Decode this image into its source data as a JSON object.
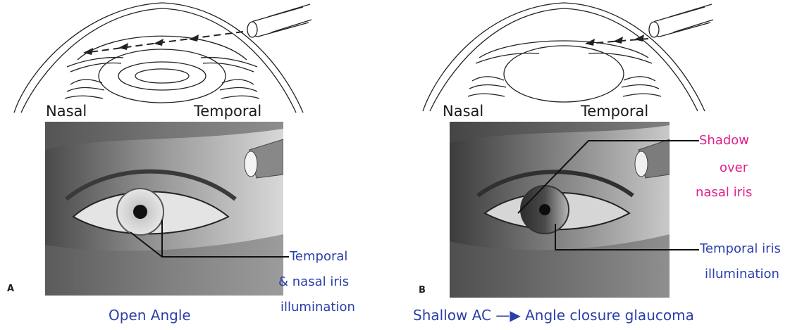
{
  "panel_a": {
    "letter": "A",
    "nasal": "Nasal",
    "temporal": "Temporal",
    "annotation": [
      "Temporal",
      "& nasal iris",
      "illumination"
    ],
    "caption": "Open Angle"
  },
  "panel_b": {
    "letter": "B",
    "nasal": "Nasal",
    "temporal": "Temporal",
    "shadow_annotation": [
      "Shadow",
      "over",
      "nasal iris"
    ],
    "illum_annotation": [
      "Temporal iris",
      "illumination"
    ],
    "caption": "Shallow AC —▶ Angle closure glaucoma"
  },
  "colors": {
    "annotation_blue": "#2b3fa8",
    "annotation_pink": "#e0218a"
  }
}
